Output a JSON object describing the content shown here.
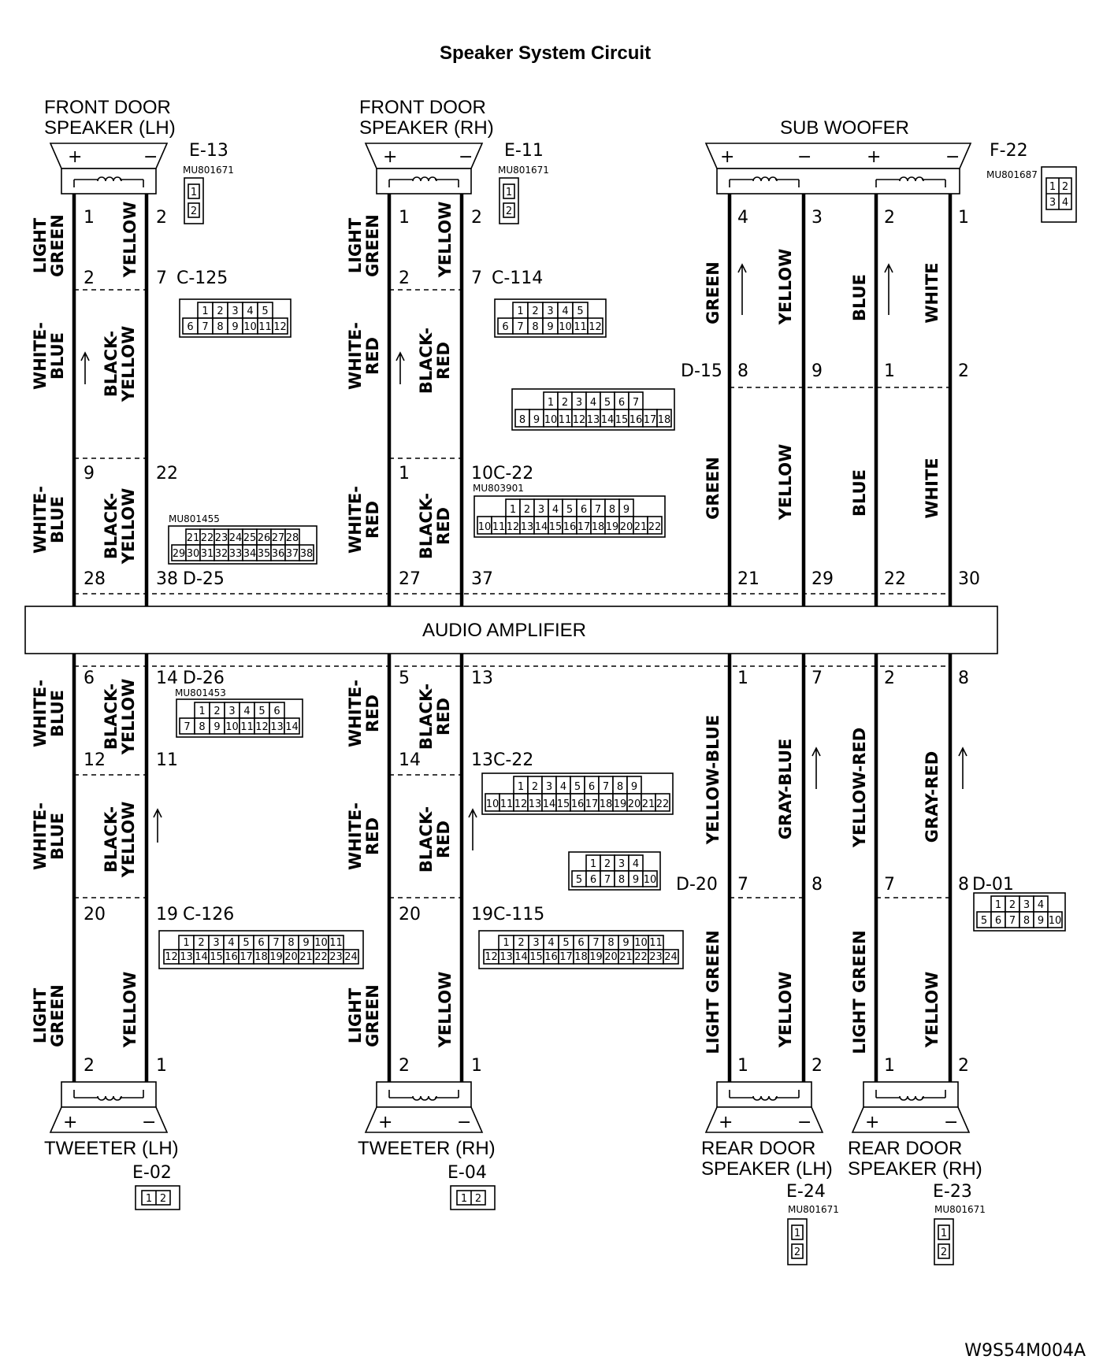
{
  "title": "Speaker System Circuit",
  "doc_code": "W9S54M004A",
  "amplifier": {
    "label": "AUDIO AMPLIFIER"
  },
  "speakers": {
    "fl": {
      "line1": "FRONT DOOR",
      "line2": "SPEAKER (LH)",
      "connector": "E-13",
      "part": "MU801671",
      "plus": "+",
      "minus": "−"
    },
    "fr": {
      "line1": "FRONT DOOR",
      "line2": "SPEAKER (RH)",
      "connector": "E-11",
      "part": "MU801671",
      "plus": "+",
      "minus": "−"
    },
    "sw": {
      "line1": "SUB WOOFER",
      "connector": "F-22",
      "part": "MU801687",
      "plus": "+",
      "minus": "−"
    },
    "tl": {
      "line1": "TWEETER (LH)",
      "connector": "E-02",
      "plus": "+",
      "minus": "−"
    },
    "tr": {
      "line1": "TWEETER (RH)",
      "connector": "E-04",
      "plus": "+",
      "minus": "−"
    },
    "rl": {
      "line1": "REAR DOOR",
      "line2": "SPEAKER (LH)",
      "connector": "E-24",
      "part": "MU801671",
      "plus": "+",
      "minus": "−"
    },
    "rr": {
      "line1": "REAR DOOR",
      "line2": "SPEAKER (RH)",
      "connector": "E-23",
      "part": "MU801671",
      "plus": "+",
      "minus": "−"
    }
  },
  "connectors": {
    "c125": "C-125",
    "c114": "C-114",
    "d15": "D-15",
    "c22a": "C-22",
    "c22a_part": "MU803901",
    "d25": "D-25",
    "d25_part": "MU801455",
    "d26": "D-26",
    "d26_part": "MU801453",
    "c22b": "C-22",
    "d20": "D-20",
    "d01": "D-01",
    "c126": "C-126",
    "c115": "C-115"
  },
  "pins": {
    "fl_top": [
      "1",
      "2"
    ],
    "fl_c125": [
      "2",
      "7"
    ],
    "fl_d25a": [
      "9",
      "22"
    ],
    "fl_d25b": [
      "28",
      "38"
    ],
    "fr_top": [
      "1",
      "2"
    ],
    "fr_c114": [
      "2",
      "7"
    ],
    "fr_c22": [
      "1",
      "10"
    ],
    "fr_d25b": [
      "27",
      "37"
    ],
    "sw_top": [
      "4",
      "3",
      "2",
      "1"
    ],
    "sw_d15": [
      "8",
      "9",
      "1",
      "2"
    ],
    "sw_d25b": [
      "21",
      "29",
      "22",
      "30"
    ],
    "tl_d26": [
      "6",
      "14"
    ],
    "tl_mid": [
      "12",
      "11"
    ],
    "tl_c126": [
      "20",
      "19"
    ],
    "tl_spk": [
      "2",
      "1"
    ],
    "tr_d26": [
      "5",
      "13"
    ],
    "tr_mid": [
      "14",
      "13"
    ],
    "tr_c115": [
      "20",
      "19"
    ],
    "tr_spk": [
      "2",
      "1"
    ],
    "rear_d26": [
      "1",
      "7",
      "2",
      "8"
    ],
    "rear_d20": [
      "7",
      "8",
      "7",
      "8"
    ],
    "rear_spk": [
      "1",
      "2",
      "1",
      "2"
    ]
  },
  "wires": {
    "light_green": "LIGHT GREEN",
    "yellow": "YELLOW",
    "white_blue": "WHITE-BLUE",
    "black_yellow": "BLACK-YELLOW",
    "white_red": "WHITE-RED",
    "black_red": "BLACK-RED",
    "green": "GREEN",
    "blue": "BLUE",
    "white": "WHITE",
    "yellow_blue": "YELLOW-BLUE",
    "gray_blue": "GRAY-BLUE",
    "yellow_red": "YELLOW-RED",
    "gray_red": "GRAY-RED"
  },
  "connector_cells": {
    "two_v": [
      "1",
      "2"
    ],
    "four_sq": [
      [
        "1",
        "2"
      ],
      [
        "3",
        "4"
      ]
    ],
    "c125_top": [
      "1",
      "2",
      "3",
      "4",
      "5"
    ],
    "c125_bot": [
      "6",
      "7",
      "8",
      "9",
      "10",
      "11",
      "12"
    ],
    "d15_top": [
      "1",
      "2",
      "3",
      "4",
      "5",
      "6",
      "7"
    ],
    "d15_bot": [
      "8",
      "9",
      "10",
      "11",
      "12",
      "13",
      "14",
      "15",
      "16",
      "17",
      "18"
    ],
    "c22_top": [
      "1",
      "2",
      "3",
      "4",
      "5",
      "6",
      "7",
      "8",
      "9"
    ],
    "c22_bot": [
      "10",
      "11",
      "12",
      "13",
      "14",
      "15",
      "16",
      "17",
      "18",
      "19",
      "20",
      "21",
      "22"
    ],
    "d25_top": [
      "21",
      "22",
      "23",
      "24",
      "25",
      "26",
      "27",
      "28"
    ],
    "d25_bot": [
      "29",
      "30",
      "31",
      "32",
      "33",
      "34",
      "35",
      "36",
      "37",
      "38"
    ],
    "d26_top": [
      "1",
      "2",
      "3",
      "4",
      "5",
      "6"
    ],
    "d26_bot": [
      "7",
      "8",
      "9",
      "10",
      "11",
      "12",
      "13",
      "14"
    ],
    "d20_top": [
      "1",
      "2",
      "3",
      "4"
    ],
    "d20_bot": [
      "5",
      "6",
      "7",
      "8",
      "9",
      "10"
    ],
    "c24_top": [
      "1",
      "2",
      "3",
      "4",
      "5",
      "6",
      "7",
      "8",
      "9",
      "10",
      "11"
    ],
    "c24_bot": [
      "12",
      "13",
      "14",
      "15",
      "16",
      "17",
      "18",
      "19",
      "20",
      "21",
      "22",
      "23",
      "24"
    ]
  }
}
